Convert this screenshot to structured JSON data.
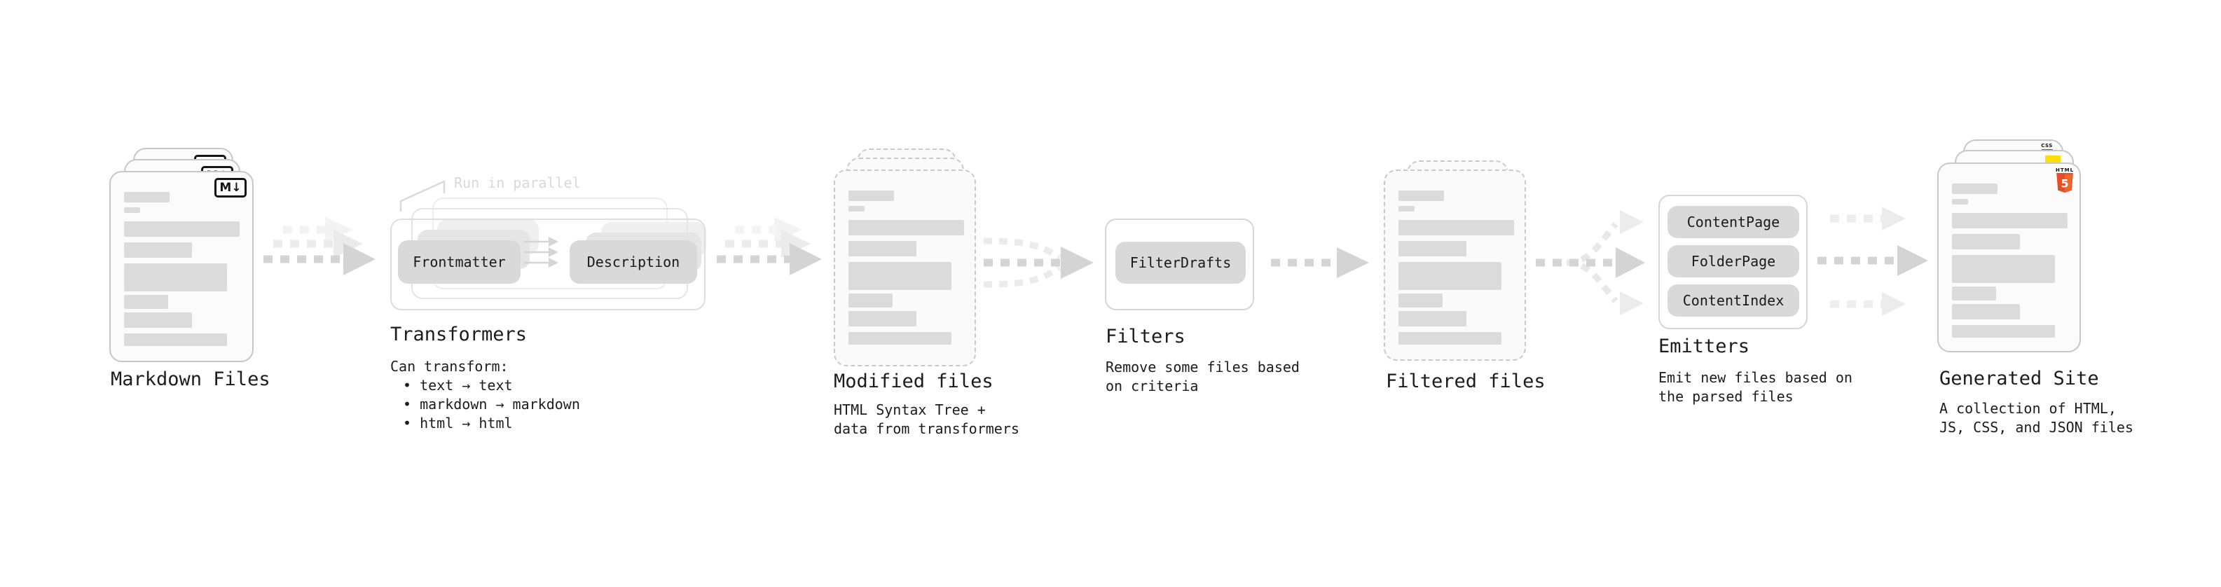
{
  "stages": {
    "markdown": {
      "title": "Markdown Files",
      "badge": "M↓"
    },
    "transformers": {
      "title": "Transformers",
      "note": "Run in parallel",
      "pill_left": "Frontmatter",
      "pill_right": "Description",
      "desc_heading": "Can transform:",
      "bullets": [
        "• text → text",
        "• markdown → markdown",
        "• html → html"
      ]
    },
    "modified": {
      "title": "Modified files",
      "desc1": "HTML Syntax Tree +",
      "desc2": "data from transformers"
    },
    "filters": {
      "title": "Filters",
      "pill": "FilterDrafts",
      "desc1": "Remove some files based",
      "desc2": "on criteria"
    },
    "filtered": {
      "title": "Filtered files"
    },
    "emitters": {
      "title": "Emitters",
      "pill1": "ContentPage",
      "pill2": "FolderPage",
      "pill3": "ContentIndex",
      "desc1": "Emit new files based on",
      "desc2": "the parsed files"
    },
    "generated": {
      "title": "Generated Site",
      "desc1": "A collection of HTML,",
      "desc2": "JS, CSS, and JSON files",
      "badge_html": "HTML",
      "badge_html_number": "5",
      "badge_css": "CSS"
    }
  },
  "colors": {
    "html5_orange": "#e44d26",
    "html5_orange_light": "#f16529",
    "js_yellow": "#ffde00",
    "css_blue": "#2b62f0",
    "arrow_dark": "#d4d4d4",
    "arrow_ghost": "#ebebeb",
    "arrow_faint": "#f3f3f3",
    "text": "#1c1c1c",
    "note_gray": "#d9d9d9"
  }
}
